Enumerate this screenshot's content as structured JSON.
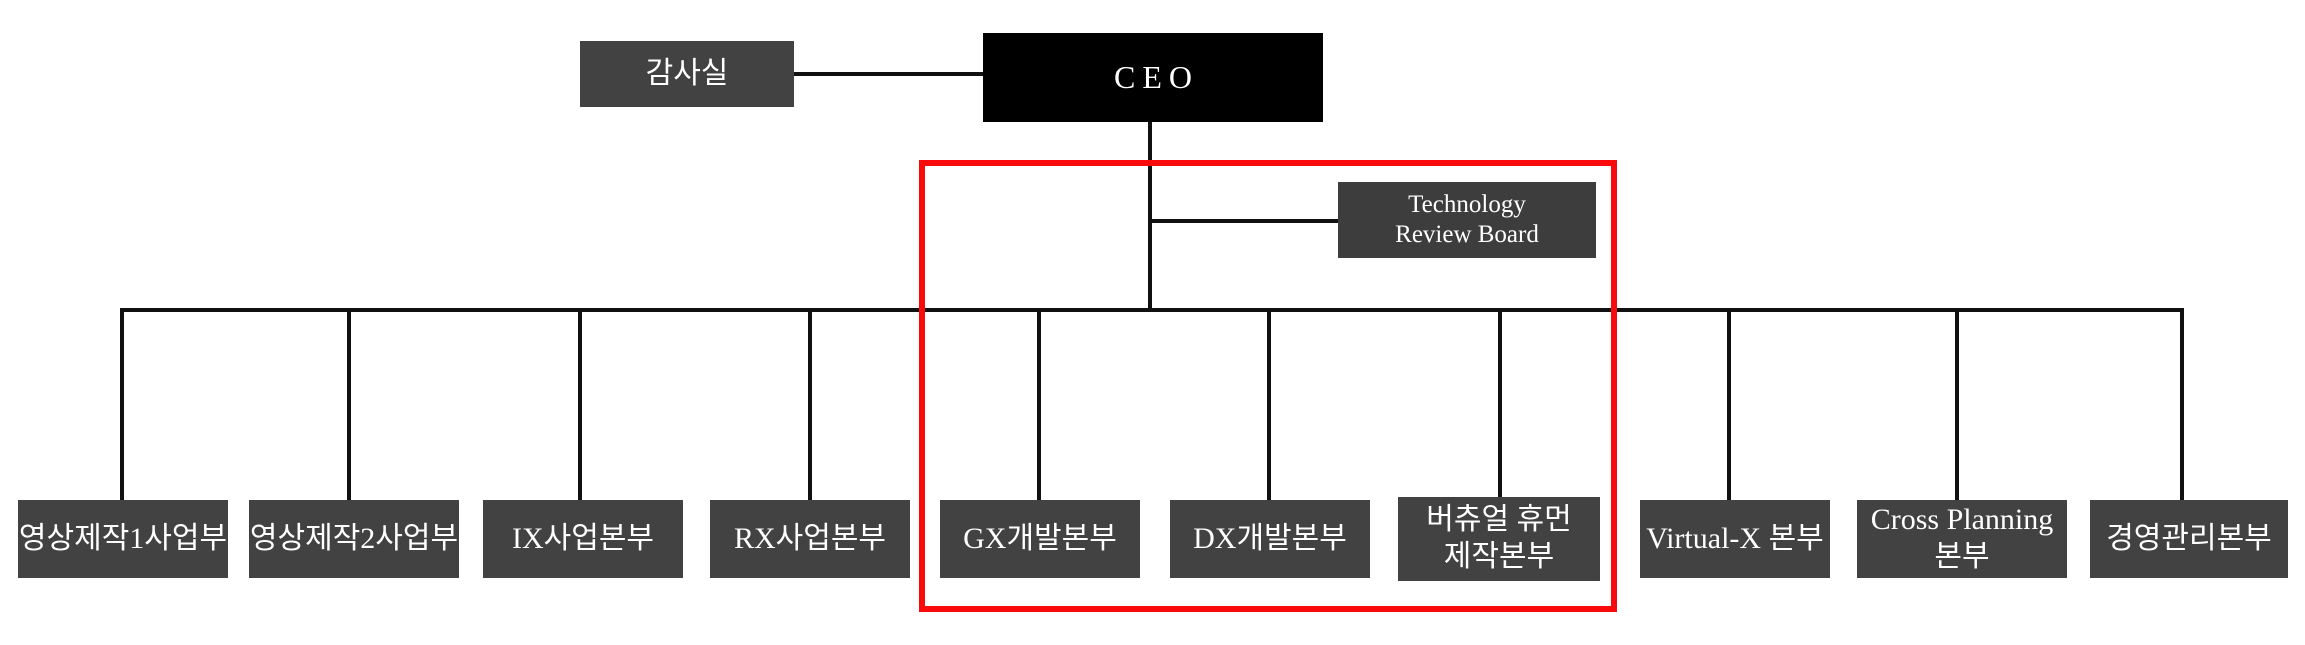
{
  "chart": {
    "type": "org-chart",
    "title": "Organization Chart",
    "colors": {
      "ceo_box": "#000000",
      "department_box": "#424242",
      "board_box": "#3d3d3d",
      "connector_line": "#111111",
      "highlight_border": "#fa0a0a",
      "text": "#ffffff",
      "background": "#ffffff"
    }
  },
  "top": {
    "ceo": {
      "label": "CEO"
    },
    "audit": {
      "label": "감사실"
    },
    "board": {
      "label": "Technology\nReview Board"
    }
  },
  "departments": [
    {
      "label": "영상제작1사업부"
    },
    {
      "label": "영상제작2사업부"
    },
    {
      "label": "IX사업본부"
    },
    {
      "label": "RX사업본부"
    },
    {
      "label": "GX개발본부"
    },
    {
      "label": "DX개발본부"
    },
    {
      "label": "버츄얼 휴먼\n제작본부"
    },
    {
      "label": "Virtual-X 본부"
    },
    {
      "label": "Cross Planning 본부"
    },
    {
      "label": "경영관리본부"
    }
  ],
  "highlight": {
    "description": "red-highlight-region",
    "members": [
      "Technology Review Board",
      "GX개발본부",
      "DX개발본부",
      "버츄얼 휴먼 제작본부"
    ]
  }
}
